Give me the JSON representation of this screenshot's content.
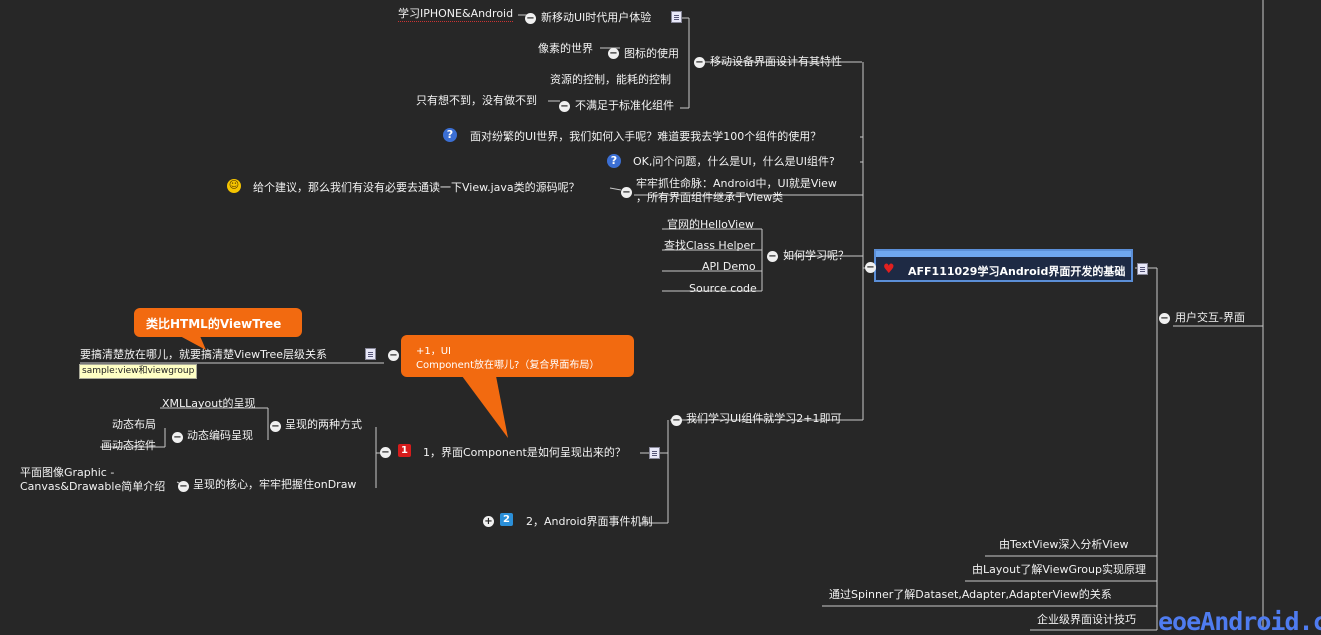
{
  "root": {
    "code": "AFF111029",
    "title_rest": "学习Android界面开发的基础"
  },
  "right": {
    "interaction": "用户交互-界面",
    "items": [
      "由TextView深入分析View",
      "由Layout了解ViewGroup实现原理",
      "通过Spinner了解Dataset,Adapter,AdapterView的关系",
      "企业级界面设计技巧"
    ]
  },
  "mobile": {
    "label": "移动设备界面设计有其特性",
    "new_ui": "新移动UI时代用户体验",
    "learn_iphone": "学习IPHONE&Android",
    "icon_use": "图标的使用",
    "pixel_world": "像素的世界",
    "resource": "资源的控制，能耗的控制",
    "not_standard": "不满足于标准化组件",
    "imagine": "只有想不到，没有做不到"
  },
  "questions": {
    "q1": "面对纷繁的UI世界，我们如何入手呢？难道要我去学100个组件的使用？",
    "q2": "OK,问个问题，什么是UI，什么是UI组件?",
    "grasp_line1": "牢牢抓住命脉：Android中，UI就是View",
    "grasp_line2": "，所有界面组件继承于View类",
    "suggest": "给个建议，那么我们有没有必要去通读一下View.java类的源码呢？"
  },
  "howto": {
    "label": "如何学习呢？",
    "items": [
      "官网的HelloView",
      "查找Class Helper",
      "API Demo",
      "Source code"
    ]
  },
  "learn21": {
    "label": "我们学习UI组件就学习2+1即可",
    "item1_num": "1",
    "item1": "1，界面Component是如何呈现出来的？",
    "item2_num": "2",
    "item2": "2，Android界面事件机制",
    "two_ways": "呈现的两种方式",
    "xml": "XMLLayout的呈现",
    "dynamic": "动态编码呈现",
    "dyn_layout": "动态布局",
    "dyn_draw": "画动态控件",
    "core": "呈现的核心，牢牢把握住onDraw",
    "graphic_line1": "平面图像Graphic -",
    "graphic_line2": "Canvas&Drawable简单介绍"
  },
  "viewtree": {
    "text": "要搞清楚放在哪儿，就要搞清楚ViewTree层级关系",
    "tip": "sample:view和viewgroup",
    "callout": "类比HTML的ViewTree"
  },
  "callout2": {
    "line1": "+1，UI",
    "line2": "Component放在哪儿?（复合界面布局）"
  },
  "logo": "eoeAndroid.com",
  "colors": {
    "background": "#272727",
    "callout": "#f26a10",
    "root_border": "#5b8fd8",
    "logo": "#4f7cf0"
  }
}
